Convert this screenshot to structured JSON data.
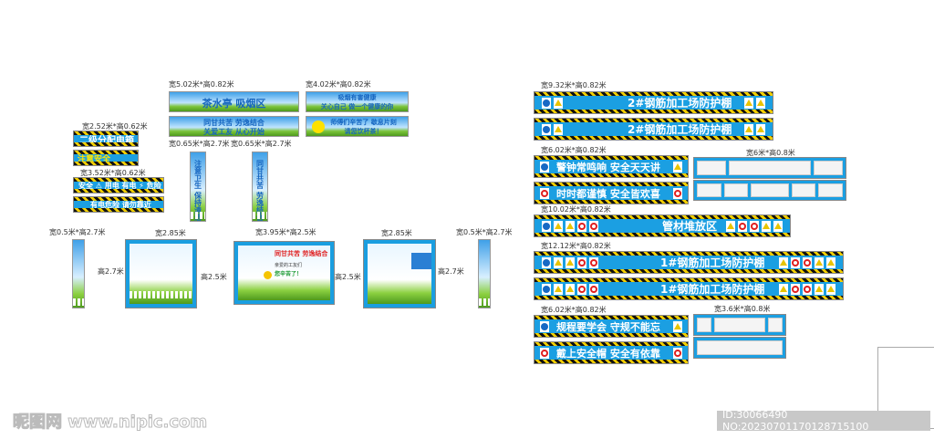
{
  "dims": {
    "d1": "宽2.52米*高0.62米",
    "d2": "宽3.52米*高0.62米",
    "d3": "宽5.02米*高0.82米",
    "d4": "宽4.02米*高0.82米",
    "d5": "宽0.65米*高2.7米",
    "d6": "宽0.65米*高2.7米",
    "d7": "宽0.5米*高2.7米",
    "d8": "宽2.85米",
    "h1": "高2.7米",
    "h2": "高2.5米",
    "d9": "宽3.95米*高2.5米",
    "h3": "高2.5米",
    "d10": "宽2.85米",
    "h4": "高2.7米",
    "d11": "宽0.5米*高2.7米",
    "r1": "宽9.32米*高0.82米",
    "r2": "宽6.02米*高0.82米",
    "r3": "宽6米*高0.8米",
    "r4": "宽10.02米*高0.82米",
    "r5": "宽12.12米*高0.82米",
    "r6": "宽6.02米*高0.82米",
    "r7": "宽3.6米*高0.8米"
  },
  "left_signs": {
    "s1": "二级分配电箱",
    "s2": "注意安全",
    "s3": "安全 ⚠ 用电 有电 ⚡ 危险",
    "s4": "有电危险 请勿靠近"
  },
  "rest_area": {
    "b1": "茶水亭 吸烟区",
    "b2a": "同甘共苦 劳逸结合",
    "b2b": "关爱工友 从心开始",
    "b3a": "吸烟有害健康",
    "b3b": "关心自己 做一个健康的你",
    "b4a": "师傅们辛苦了 歇息片刻",
    "b4b": "请您饮杯茶！",
    "v1": "注意卫生 保持清洁",
    "v2": "同甘共苦 劳逸结合",
    "p2_title": "同甘共苦 劳逸结合",
    "p2_sub": "亲爱的工友们",
    "p2_call": "您辛苦了！"
  },
  "right_signs": {
    "g1": "2#钢筋加工场防护棚",
    "g2": "2#钢筋加工场防护棚",
    "g3": "警钟常鸣响  安全天天讲",
    "g4": "时时都谨慎  安全皆欢喜",
    "g5": "管材堆放区",
    "g6": "1#钢筋加工场防护棚",
    "g7": "1#钢筋加工场防护棚",
    "g8": "规程要学会  守规不能忘",
    "g9": "戴上安全帽  安全有依靠"
  },
  "watermark": "昵图网 www.nipic.com",
  "image_id": "ID:30066490 NO:20230701170128715100",
  "colors": {
    "sign_blue": "#1b9fe2",
    "hazard_yellow": "#f2cf00"
  }
}
